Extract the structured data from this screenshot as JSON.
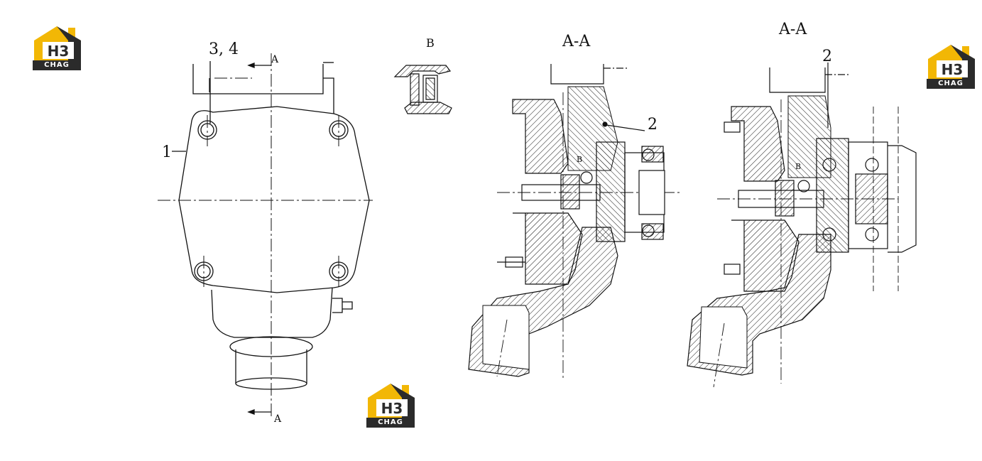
{
  "logos": [
    {
      "letters": "H3",
      "text": "CHAG"
    },
    {
      "letters": "H3",
      "text": "CHAG"
    },
    {
      "letters": "H3",
      "text": "CHAG"
    }
  ],
  "labels": {
    "callout_3_4": "3, 4",
    "callout_1": "1",
    "section_A_top": "A",
    "section_A_bottom": "A",
    "detail_B": "B",
    "section_AA_1": "A-A",
    "section_AA_2": "A-A",
    "callout_2_left": "2",
    "callout_2_right": "2",
    "detail_B_small_1": "B",
    "detail_B_small_2": "B"
  },
  "colors": {
    "line": "#111111",
    "logo_yellow": "#f2b705",
    "logo_dark": "#2b2b2b"
  }
}
